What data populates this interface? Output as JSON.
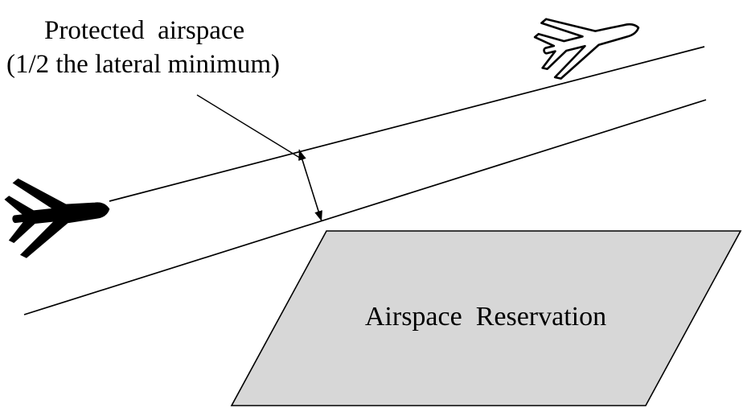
{
  "diagram": {
    "title_line1": "Protected  airspace",
    "title_line2": "(1/2 the lateral minimum)",
    "reservation_label": "Airspace  Reservation",
    "colors": {
      "background": "#ffffff",
      "stroke": "#000000",
      "reservation_fill": "#d7d7d7",
      "plane_fill": "#000000",
      "outline_plane_fill": "#ffffff"
    },
    "icons": {
      "left_aircraft": "filled-airplane-icon",
      "right_aircraft": "outline-airplane-icon"
    }
  }
}
